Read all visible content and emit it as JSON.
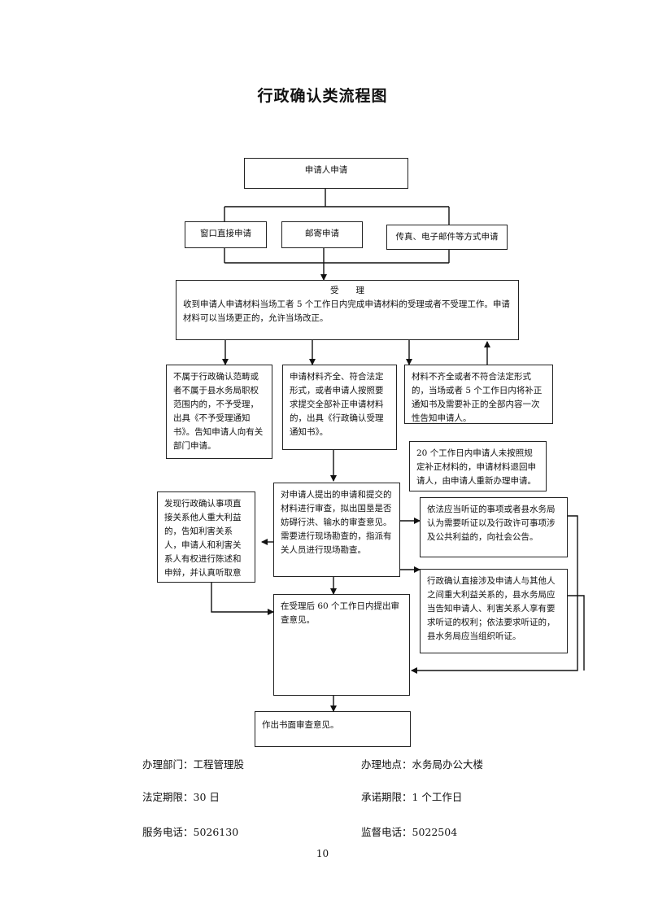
{
  "title": "行政确认类流程图",
  "boxes": {
    "applicant": "申请人申请",
    "window": "窗口直接申请",
    "mail": "邮寄申请",
    "fax": "传真、电子邮件等方式申请",
    "accept_head": "受　　理",
    "accept_body": "收到申请人申请材料当场工者 5 个工作日内完成申请材料的受理或者不受理工作。申请材料可以当场更正的，允许当场改正。",
    "reject": "不属于行政确认范畴或者不属于县水务局职权范围内的，不予受理，出具《不予受理通知书》。告知申请人向有关部门申请。",
    "complete": "申请材料齐全、符合法定形式，或者申请人按照要求提交全部补正申请材料的，出具《行政确认受理通知书》。",
    "incomplete": "材料不齐全或者不符合法定形式的，当场或者 5 个工作日内将补正通知书及需要补正的全部内容一次性告知申请人。",
    "timeout": "20 个工作日内申请人未按照规定补正材料的，申请材料退回申请人，由申请人重新办理申请。",
    "third_party": "发现行政确认事项直接关系他人重大利益的，告知利害关系人，申请人和利害关系人有权进行陈述和申辩，并认真听取意见。",
    "review": "对申请人提出的申请和提交的材料进行审查，拟出国垦是否妨碍行洪、输水的审查意见。需要进行现场勘查的，指派有关人员进行现场勘查。",
    "public_hearing": "依法应当听证的事项或者县水务局认为需要听证以及行政许可事项涉及公共利益的，向社会公告。",
    "party_hearing": "行政确认直接涉及申请人与其他人之间重大利益关系的，县水务局应当告知申请人、利害关系人享有要求听证的权利；依法要求听证的，县水务局应当组织听证。",
    "deadline": "在受理后 60 个工作日内提出审查意见。",
    "opinion": "作出书面审查意见。"
  },
  "info": {
    "dept_label": "办理部门：工程管理股",
    "place_label": "办理地点：水务局办公大楼",
    "limit_label": "法定期限：30 日",
    "promise_label": "承诺期限：1 个工作日",
    "phone_label": "服务电话：5026130",
    "supervise_label": "监督电话：5022504"
  },
  "page_number": "10"
}
